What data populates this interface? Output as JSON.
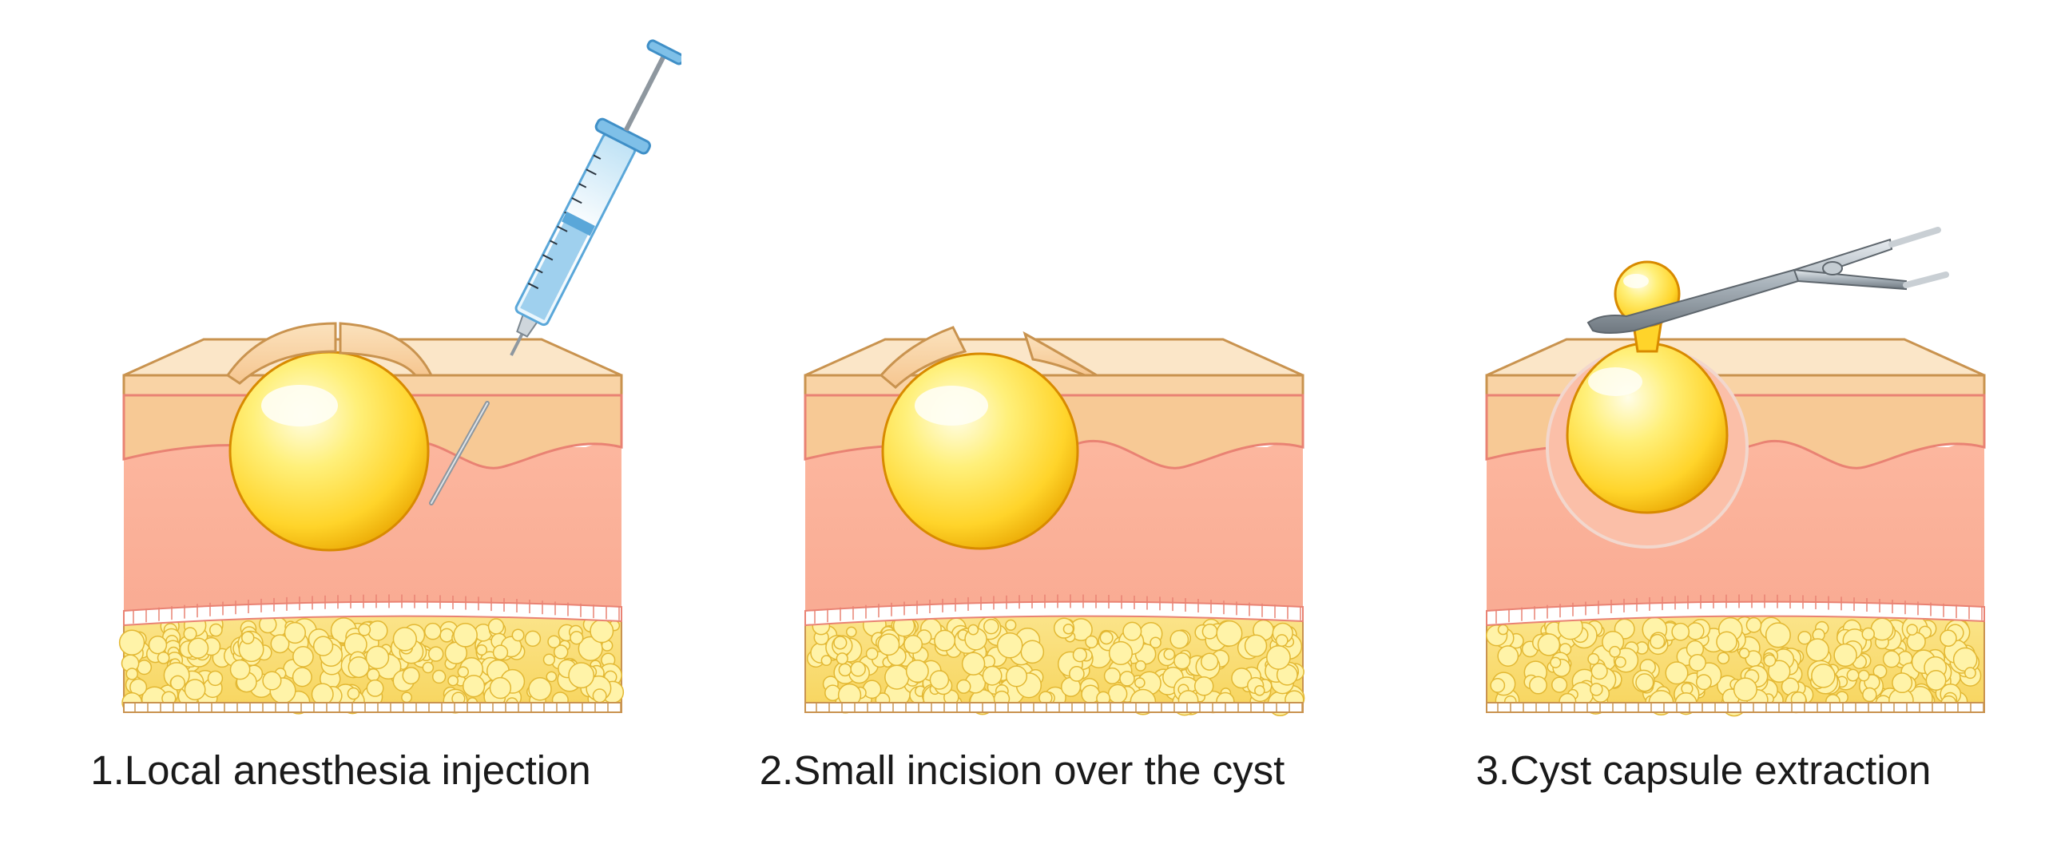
{
  "steps": [
    {
      "label": "1.Local anesthesia injection",
      "tool": "syringe"
    },
    {
      "label": "2.Small incision over the cyst",
      "tool": "none"
    },
    {
      "label": "3.Cyst capsule extraction",
      "tool": "forceps"
    }
  ],
  "colors": {
    "epidermis": "#f9d9ad",
    "epidermis_outline": "#c9934f",
    "dermis": "#fbb29a",
    "dermis_border": "#e98273",
    "fat": "#fbe27a",
    "fat_cell": "#fff3a8",
    "cyst_light": "#fffbe0",
    "cyst_mid": "#ffd93a",
    "cyst_dark": "#e8a400",
    "syringe_fluid": "#9fd0ee",
    "syringe_blue": "#5aa7d9",
    "metal": "#9aa4ad"
  }
}
